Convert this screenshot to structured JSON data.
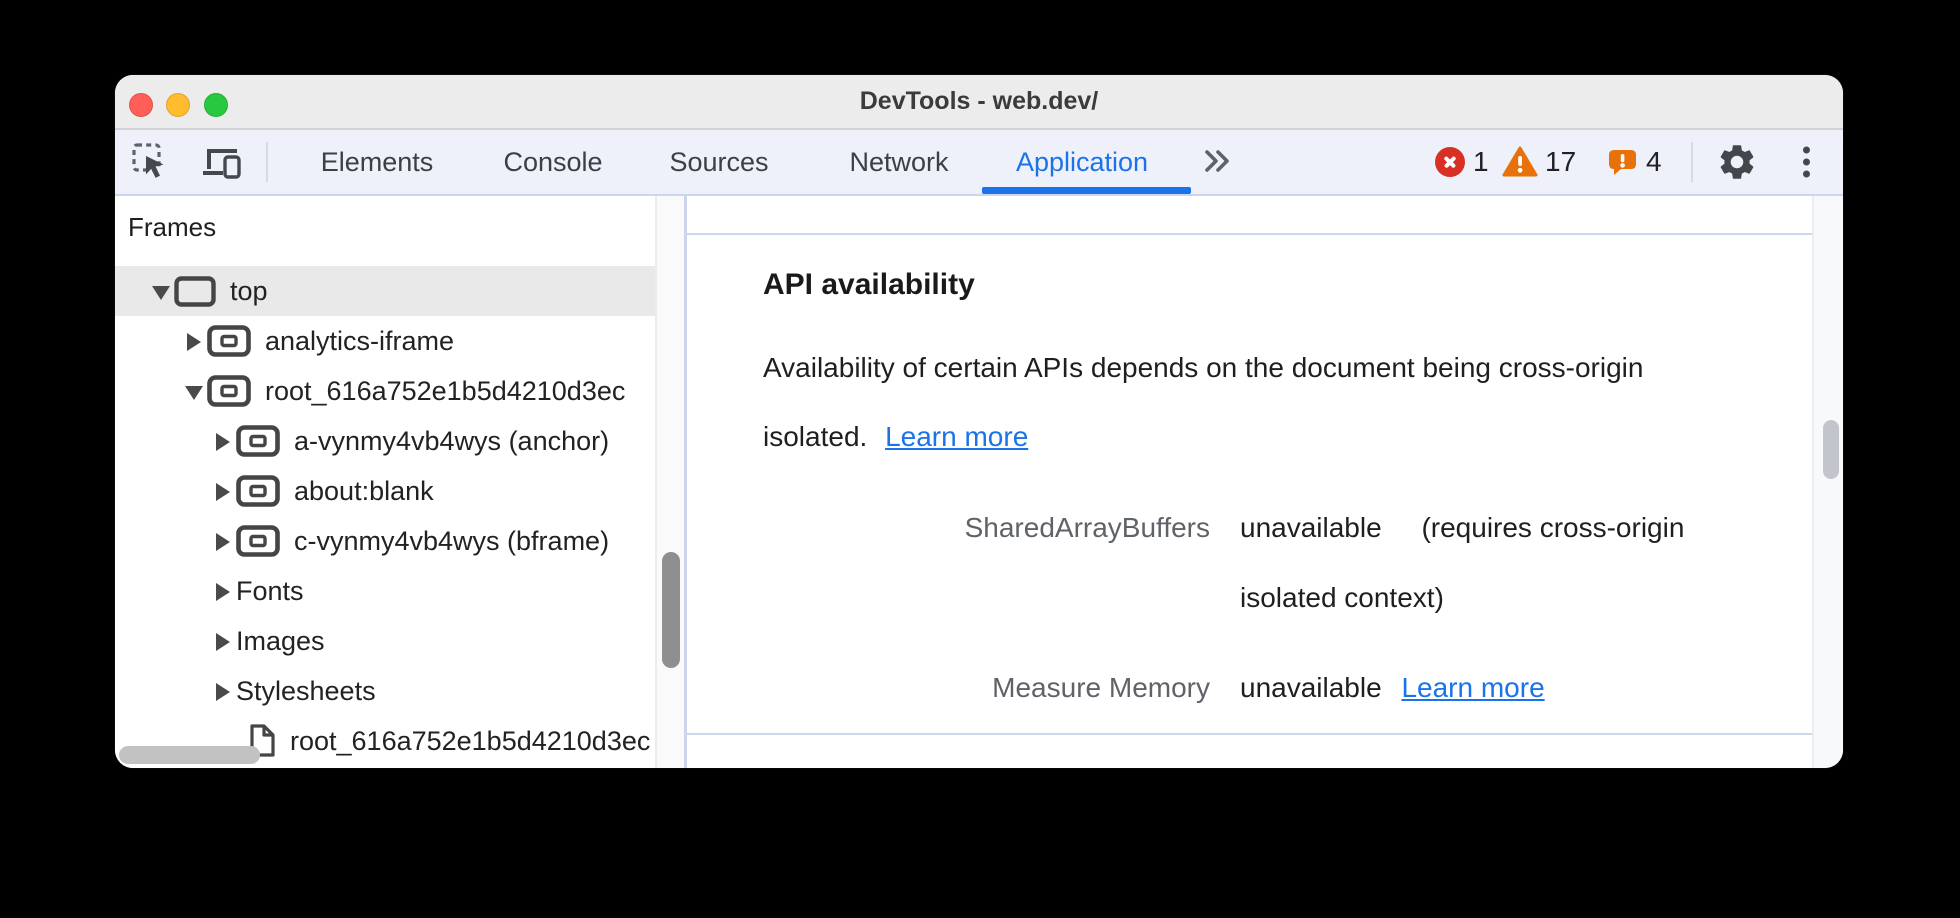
{
  "window": {
    "title": "DevTools - web.dev/"
  },
  "toolbar": {
    "tabs": [
      {
        "label": "Elements",
        "active": false
      },
      {
        "label": "Console",
        "active": false
      },
      {
        "label": "Sources",
        "active": false
      },
      {
        "label": "Network",
        "active": false
      },
      {
        "label": "Application",
        "active": true
      }
    ],
    "error_count": "1",
    "warning_count": "17",
    "issue_count": "4"
  },
  "sidebar": {
    "header": "Frames",
    "tree": [
      {
        "label": "top",
        "type": "frame",
        "state": "expanded",
        "selected": true
      },
      {
        "label": "analytics-iframe",
        "type": "iframe",
        "state": "collapsed"
      },
      {
        "label": "root_616a752e1b5d4210d3ec",
        "type": "iframe",
        "state": "expanded"
      },
      {
        "label": "a-vynmy4vb4wys (anchor)",
        "type": "iframe",
        "state": "collapsed"
      },
      {
        "label": "about:blank",
        "type": "iframe",
        "state": "collapsed"
      },
      {
        "label": "c-vynmy4vb4wys (bframe)",
        "type": "iframe",
        "state": "collapsed"
      },
      {
        "label": "Fonts",
        "type": "category",
        "state": "collapsed"
      },
      {
        "label": "Images",
        "type": "category",
        "state": "collapsed"
      },
      {
        "label": "Stylesheets",
        "type": "category",
        "state": "collapsed"
      },
      {
        "label": "root_616a752e1b5d4210d3ec",
        "type": "document"
      }
    ]
  },
  "content": {
    "heading": "API availability",
    "description_line1": "Availability of certain APIs depends on the document being cross-origin",
    "description_line2": "isolated.",
    "description_link": "Learn more",
    "rows": [
      {
        "label": "SharedArrayBuffers",
        "value": "unavailable",
        "note_line1": "(requires cross-origin",
        "note_line2": "isolated context)"
      },
      {
        "label": "Measure Memory",
        "value": "unavailable",
        "link": "Learn more"
      }
    ]
  },
  "colors": {
    "accent": "#1a73e8",
    "link": "#1a73e8",
    "error": "#d93025",
    "warning": "#e8710a",
    "issue": "#e8710a",
    "selected_row": "#e9e9e9",
    "toolbar_bg": "#eef1f9",
    "divider": "#ccd6ee"
  }
}
